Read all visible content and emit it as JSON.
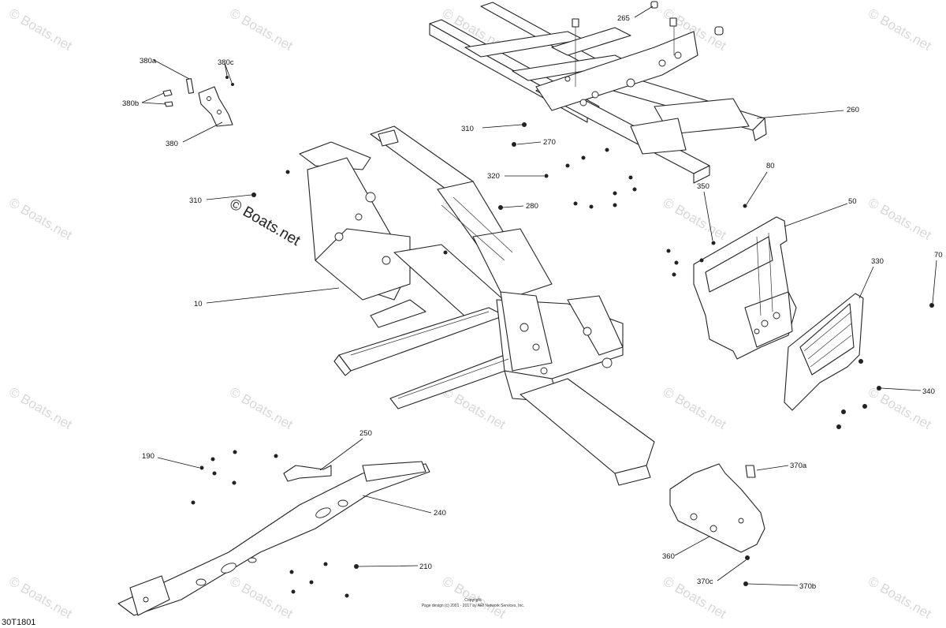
{
  "watermark": {
    "text": "© Boats.net",
    "main_text": "© Boats.net"
  },
  "callouts": [
    {
      "id": "265",
      "label": "265"
    },
    {
      "id": "260",
      "label": "260"
    },
    {
      "id": "310a",
      "label": "310"
    },
    {
      "id": "270",
      "label": "270"
    },
    {
      "id": "320",
      "label": "320"
    },
    {
      "id": "280",
      "label": "280"
    },
    {
      "id": "310b",
      "label": "310"
    },
    {
      "id": "380a",
      "label": "380a"
    },
    {
      "id": "380c",
      "label": "380c"
    },
    {
      "id": "380b",
      "label": "380b"
    },
    {
      "id": "380",
      "label": "380"
    },
    {
      "id": "10",
      "label": "10"
    },
    {
      "id": "80",
      "label": "80"
    },
    {
      "id": "350",
      "label": "350"
    },
    {
      "id": "50",
      "label": "50"
    },
    {
      "id": "330",
      "label": "330"
    },
    {
      "id": "70",
      "label": "70"
    },
    {
      "id": "340",
      "label": "340"
    },
    {
      "id": "250",
      "label": "250"
    },
    {
      "id": "190",
      "label": "190"
    },
    {
      "id": "240",
      "label": "240"
    },
    {
      "id": "210",
      "label": "210"
    },
    {
      "id": "370a",
      "label": "370a"
    },
    {
      "id": "360",
      "label": "360"
    },
    {
      "id": "370c",
      "label": "370c"
    },
    {
      "id": "370b",
      "label": "370b"
    }
  ],
  "footer": {
    "copyright_line1": "Copyright",
    "copyright_line2": "Page design (c) 2001 - 2017 by ARI Network Services, Inc.",
    "document_id": "30T1801"
  }
}
